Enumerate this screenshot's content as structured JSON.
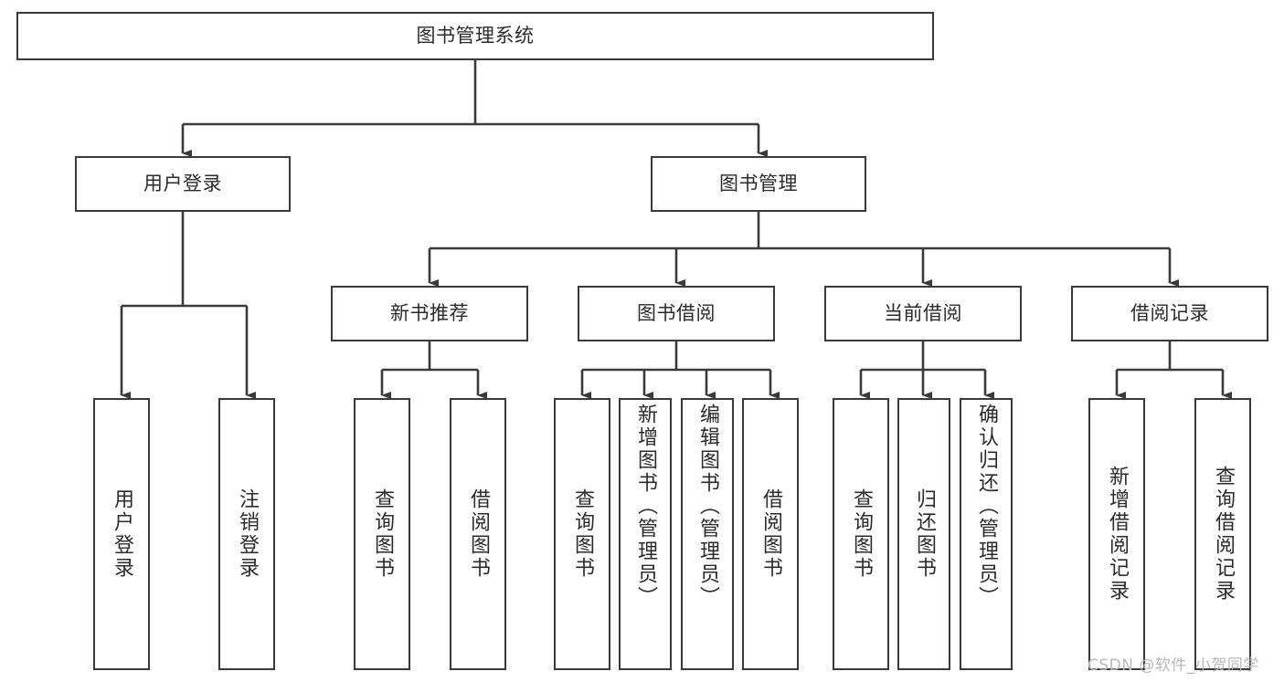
{
  "diagram": {
    "type": "tree-hierarchy-chart",
    "title": "图书管理系统",
    "watermark": "CSDN @软件_小贺同学",
    "colors": {
      "box_stroke": "#3a3a3a",
      "box_fill": "#ffffff",
      "connector": "#3a3a3a",
      "text": "#2b2b2b",
      "watermark": "#b9b9b9",
      "background": "#ffffff"
    },
    "nodes": {
      "root": {
        "label": "图书管理系统"
      },
      "level2": [
        {
          "id": "user-login",
          "label": "用户登录"
        },
        {
          "id": "book-management",
          "label": "图书管理"
        }
      ],
      "level3": [
        {
          "id": "new-book-recommend",
          "label": "新书推荐"
        },
        {
          "id": "book-borrow",
          "label": "图书借阅"
        },
        {
          "id": "current-borrow",
          "label": "当前借阅"
        },
        {
          "id": "borrow-record",
          "label": "借阅记录"
        }
      ],
      "leaves": {
        "user-login": [
          {
            "id": "leaf-user-login",
            "label": "用户登录"
          },
          {
            "id": "leaf-logout-login",
            "label": "注销登录"
          }
        ],
        "new-book-recommend": [
          {
            "id": "leaf-query-book-1",
            "label": "查询图书"
          },
          {
            "id": "leaf-borrow-book-1",
            "label": "借阅图书"
          }
        ],
        "book-borrow": [
          {
            "id": "leaf-query-book-2",
            "label": "查询图书"
          },
          {
            "id": "leaf-add-book",
            "label": "新增图书（管理员）"
          },
          {
            "id": "leaf-edit-book",
            "label": "编辑图书（管理员）"
          },
          {
            "id": "leaf-borrow-book-2",
            "label": "借阅图书"
          }
        ],
        "current-borrow": [
          {
            "id": "leaf-query-book-3",
            "label": "查询图书"
          },
          {
            "id": "leaf-return-book",
            "label": "归还图书"
          },
          {
            "id": "leaf-confirm-return",
            "label": "确认归还（管理员）"
          }
        ],
        "borrow-record": [
          {
            "id": "leaf-add-record",
            "label": "新增借阅记录"
          },
          {
            "id": "leaf-query-record",
            "label": "查询借阅记录"
          }
        ]
      }
    }
  }
}
